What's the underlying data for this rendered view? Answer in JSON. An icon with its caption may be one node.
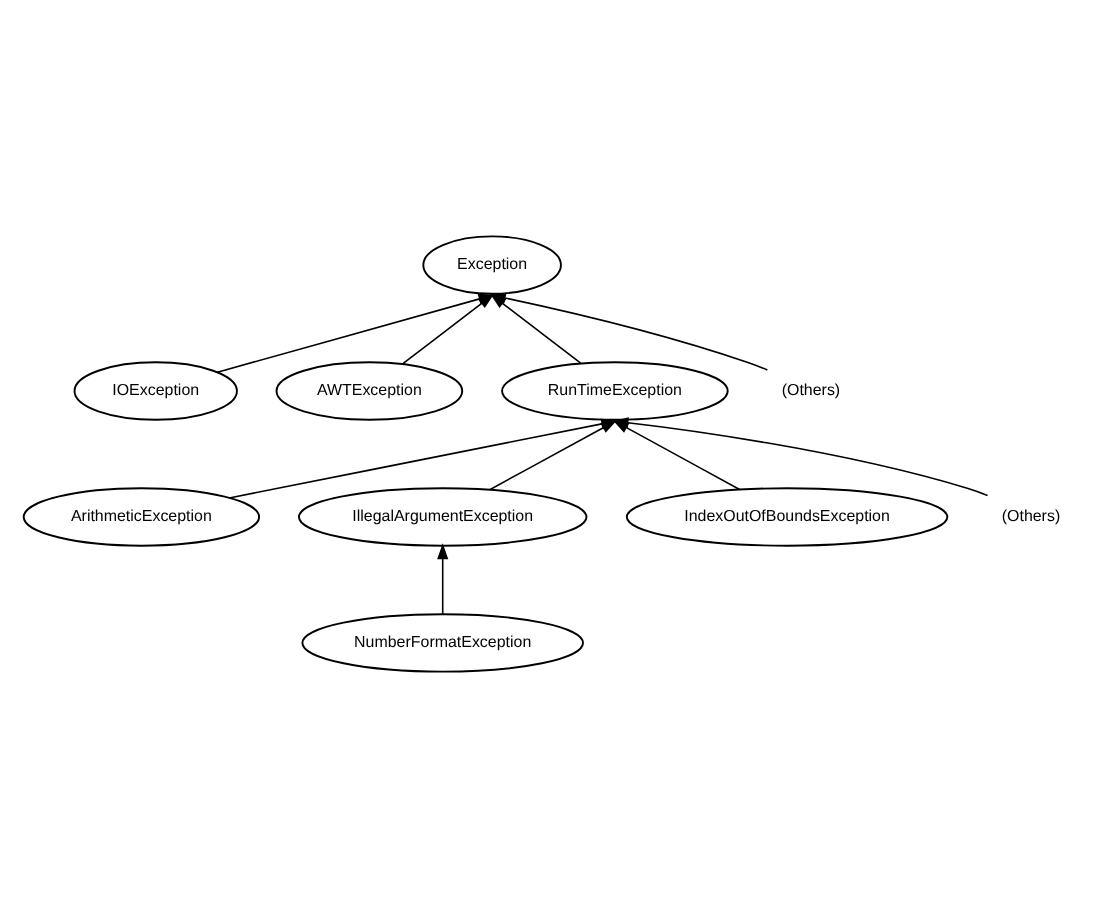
{
  "diagram": {
    "nodes": [
      {
        "text": [
          "Exception"
        ]
      },
      {
        "text": [
          "(Others)"
        ]
      },
      {
        "text": [
          "IOException"
        ]
      },
      {
        "text": [
          "AWTException"
        ]
      },
      {
        "text": [
          "RunTimeException"
        ]
      },
      {
        "text": [
          "(Others)"
        ]
      },
      {
        "text": [
          "ArithmeticException"
        ]
      },
      {
        "text": [
          "IllegalArgumentException"
        ]
      },
      {
        "text": [
          "IndexOutOfBoundsException"
        ]
      },
      {
        "text": [
          "NumberFormatException"
        ]
      }
    ],
    "edges": [
      {
        "from": 2,
        "to": 0,
        "arrow": "to"
      },
      {
        "from": 3,
        "to": 0,
        "arrow": "to"
      },
      {
        "from": 4,
        "to": 0,
        "arrow": "to"
      },
      {
        "from": 1,
        "to": 0,
        "arrow": "to"
      },
      {
        "from": 6,
        "to": 4,
        "arrow": "to"
      },
      {
        "from": 7,
        "to": 4,
        "arrow": "to"
      },
      {
        "from": 8,
        "to": 4,
        "arrow": "to"
      },
      {
        "from": 5,
        "to": 4,
        "arrow": "to"
      },
      {
        "from": 9,
        "to": 7,
        "arrow": "to"
      }
    ]
  }
}
